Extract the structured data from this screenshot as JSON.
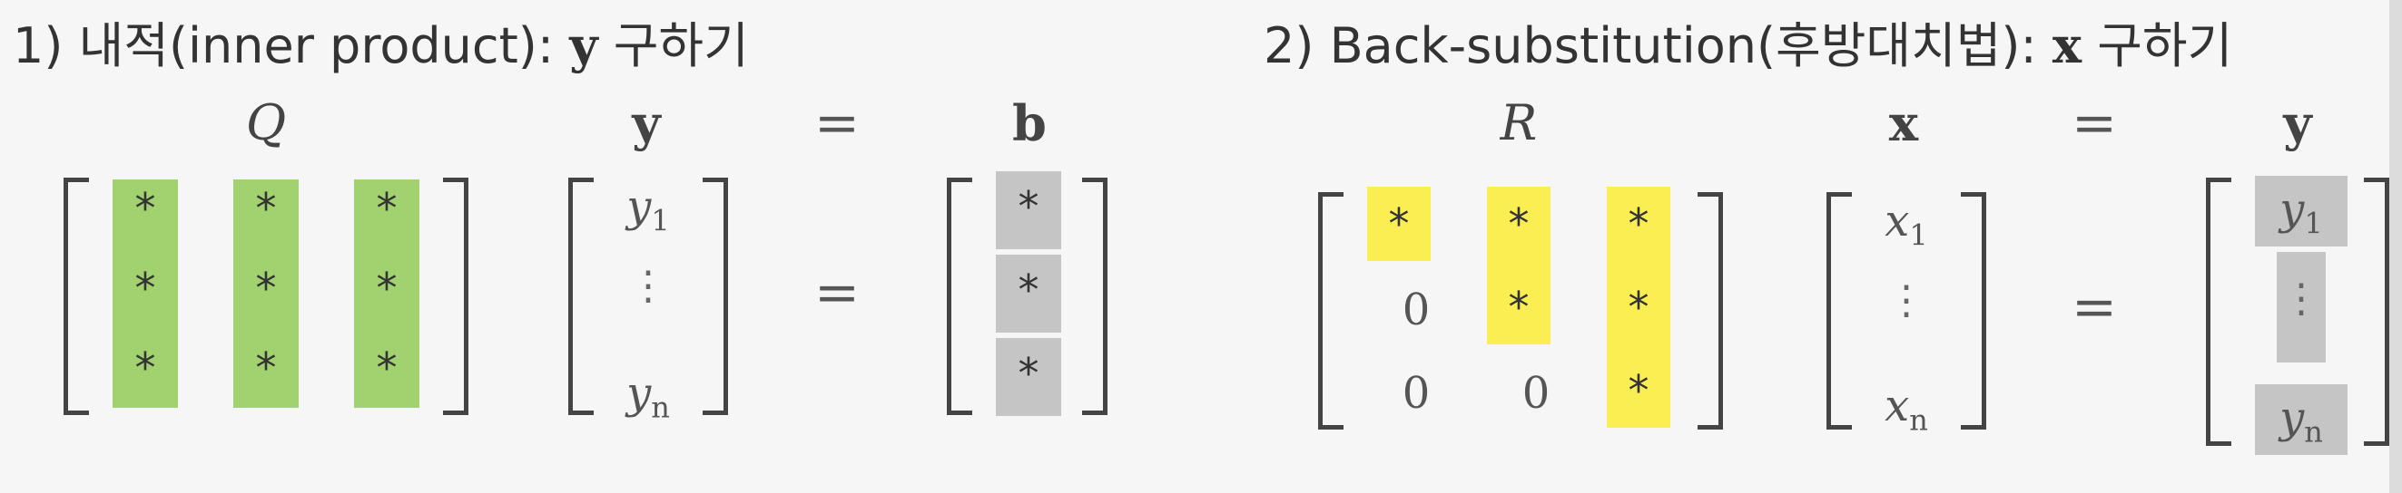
{
  "section1": {
    "heading_text": "1) 내적(inner product): ",
    "heading_var": "y",
    "heading_suffix": " 구하기",
    "label_matrix": "Q",
    "label_vector": "y",
    "label_equals": "=",
    "label_rhs": "b",
    "star": "*",
    "vec_y1_base": "y",
    "vec_y1_sub": "1",
    "vec_yn_base": "y",
    "vec_yn_sub": "n",
    "dots": "⋮",
    "equals": "="
  },
  "section2": {
    "heading_text": "2) Back-substitution(후방대치법): ",
    "heading_var": "x",
    "heading_suffix": " 구하기",
    "label_matrix": "R",
    "label_vector": "x",
    "label_equals": "=",
    "label_rhs": "y",
    "star": "*",
    "zero": "0",
    "vec_x1_base": "x",
    "vec_x1_sub": "1",
    "vec_xn_base": "x",
    "vec_xn_sub": "n",
    "rhs_y1_base": "y",
    "rhs_y1_sub": "1",
    "rhs_yn_base": "y",
    "rhs_yn_sub": "n",
    "dots": "⋮",
    "equals": "="
  },
  "colors": {
    "green": "#a1d26f",
    "yellow": "#fbee53",
    "gray": "#c5c5c5",
    "background": "#f6f6f6"
  }
}
